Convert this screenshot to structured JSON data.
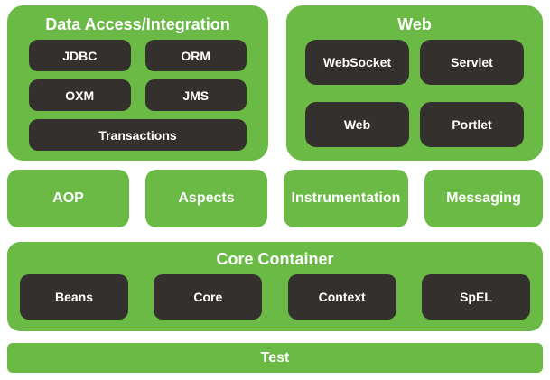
{
  "colors": {
    "green": "#6ABA45",
    "dark": "#34302D",
    "text_on_green": "#FFFFFF"
  },
  "sections": {
    "data_access": {
      "title": "Data Access/Integration",
      "modules": [
        "JDBC",
        "ORM",
        "OXM",
        "JMS",
        "Transactions"
      ]
    },
    "web": {
      "title": "Web",
      "modules": [
        "WebSocket",
        "Servlet",
        "Web",
        "Portlet"
      ]
    },
    "middle_blocks": [
      "AOP",
      "Aspects",
      "Instrumentation",
      "Messaging"
    ],
    "core_container": {
      "title": "Core Container",
      "modules": [
        "Beans",
        "Core",
        "Context",
        "SpEL"
      ]
    },
    "test": {
      "title": "Test"
    }
  }
}
